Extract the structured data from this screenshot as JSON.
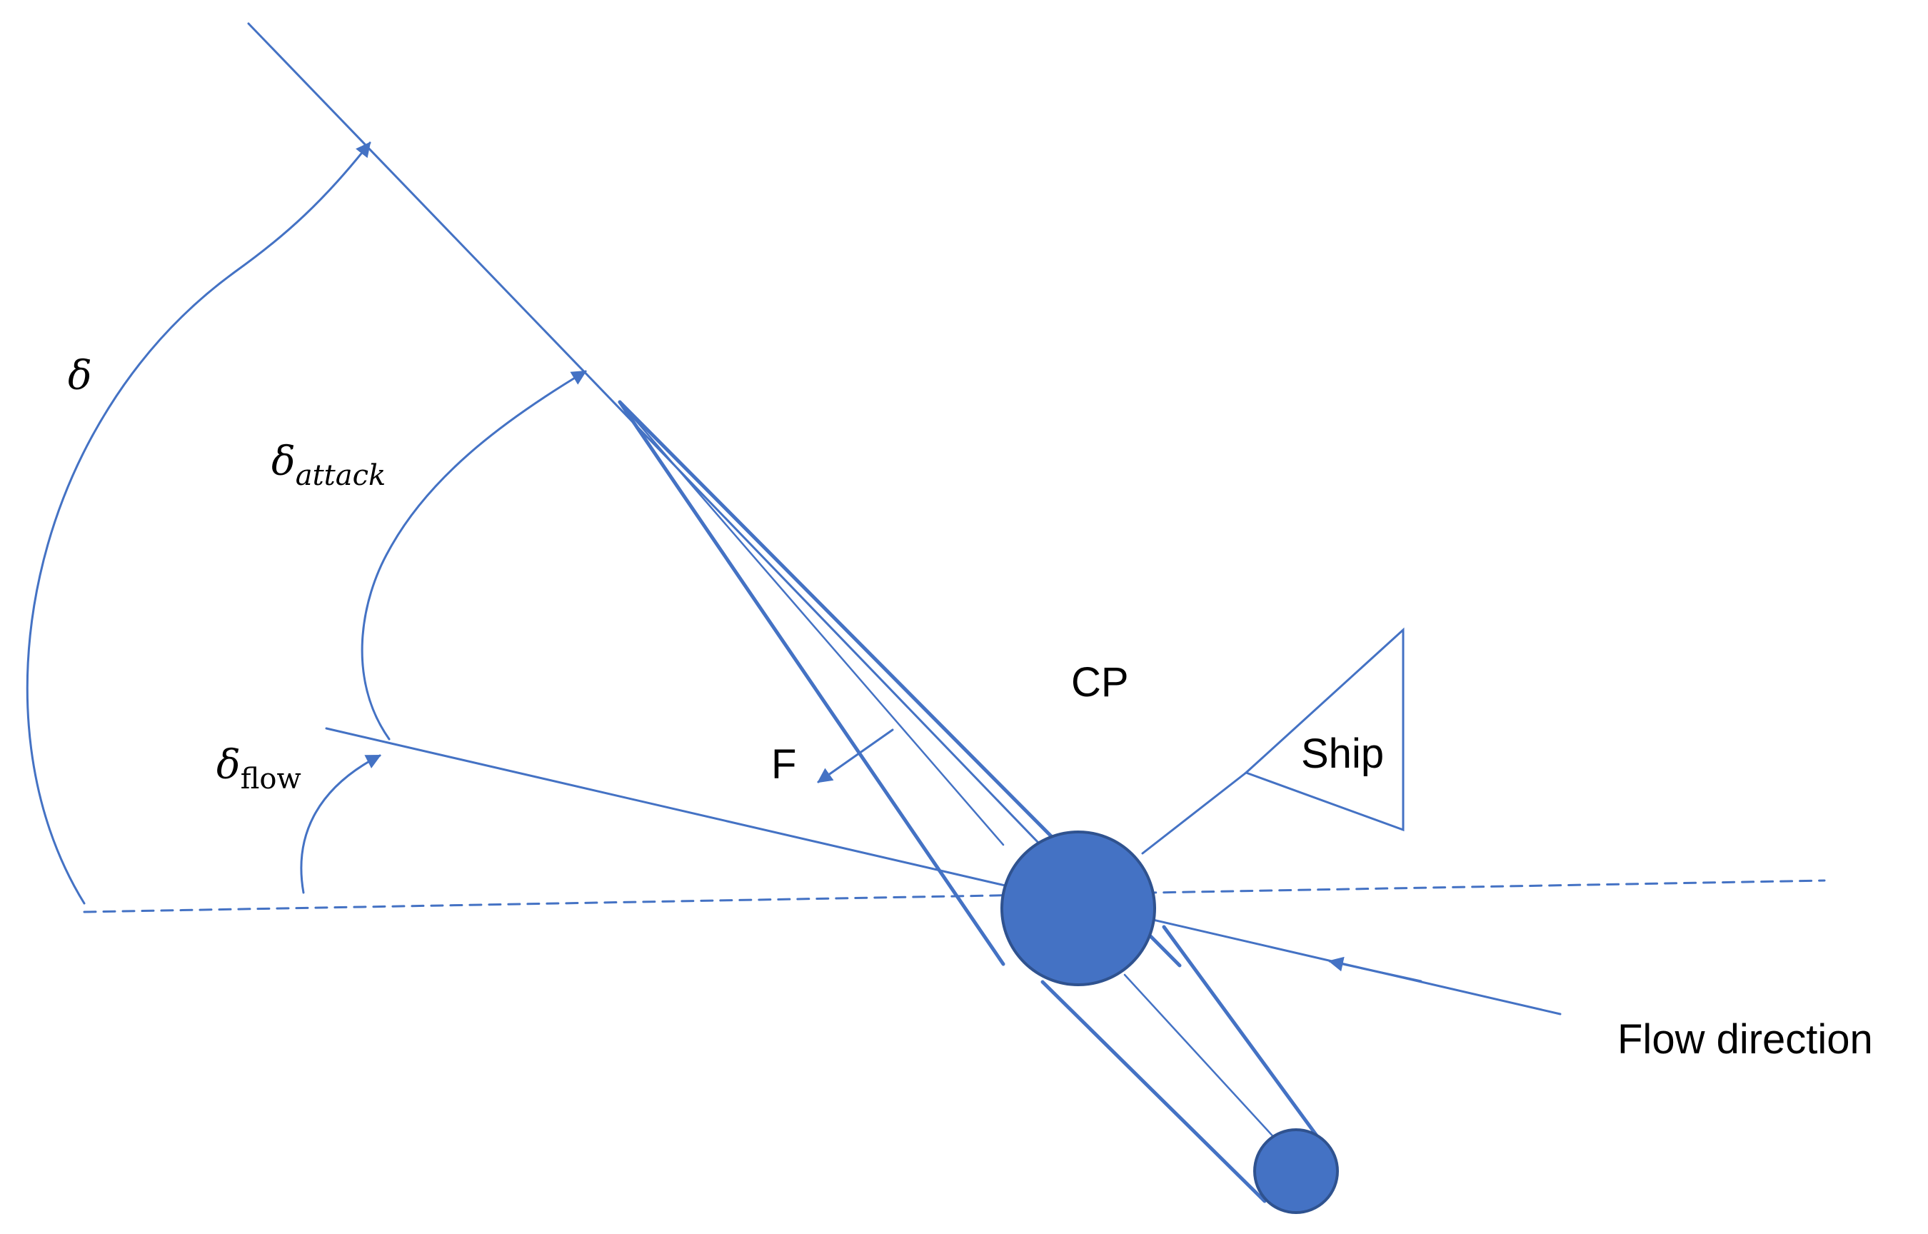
{
  "colors": {
    "stroke": "#4472c4",
    "fill": "#4472c4",
    "text": "#000000",
    "background": "#ffffff"
  },
  "labels": {
    "delta_symbol": "δ",
    "delta_attack_sub": "attack",
    "delta_flow_sub": "flow",
    "force": "F",
    "center_of_pressure": "CP",
    "ship": "Ship",
    "flow_direction": "Flow direction"
  }
}
